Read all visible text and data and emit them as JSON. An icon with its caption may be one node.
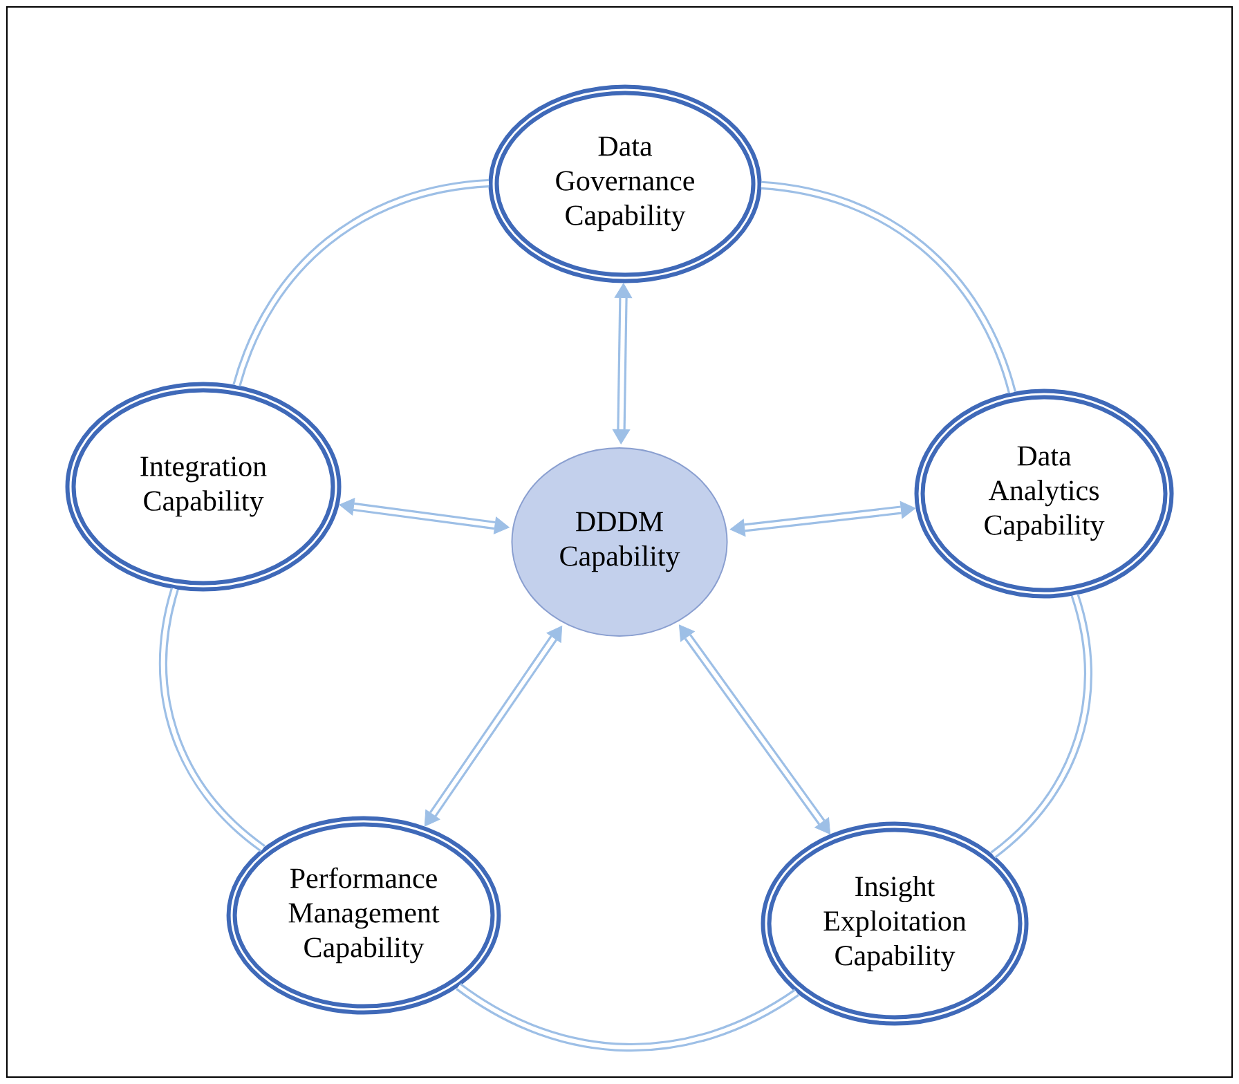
{
  "diagram": {
    "nodes": [
      {
        "text": [
          "Data Governance Capability"
        ]
      },
      {
        "text": [
          "Integration Capability"
        ]
      },
      {
        "text": [
          "DDDM Capability"
        ]
      },
      {
        "text": [
          "Data Analytics Capability"
        ]
      },
      {
        "text": [
          "Performance Management Capability"
        ]
      },
      {
        "text": [
          "Insight Exploitation Capability"
        ]
      }
    ],
    "edges": [
      {
        "from": 0,
        "to": 2,
        "arrow": "both"
      },
      {
        "from": 1,
        "to": 2,
        "arrow": "both"
      },
      {
        "from": 3,
        "to": 2,
        "arrow": "both"
      },
      {
        "from": 4,
        "to": 2,
        "arrow": "both"
      },
      {
        "from": 5,
        "to": 2,
        "arrow": "both"
      },
      {
        "from": 0,
        "to": 3,
        "arrow": "none"
      },
      {
        "from": 3,
        "to": 5,
        "arrow": "none"
      },
      {
        "from": 5,
        "to": 4,
        "arrow": "none"
      },
      {
        "from": 4,
        "to": 1,
        "arrow": "none"
      },
      {
        "from": 1,
        "to": 0,
        "arrow": "none"
      }
    ]
  }
}
